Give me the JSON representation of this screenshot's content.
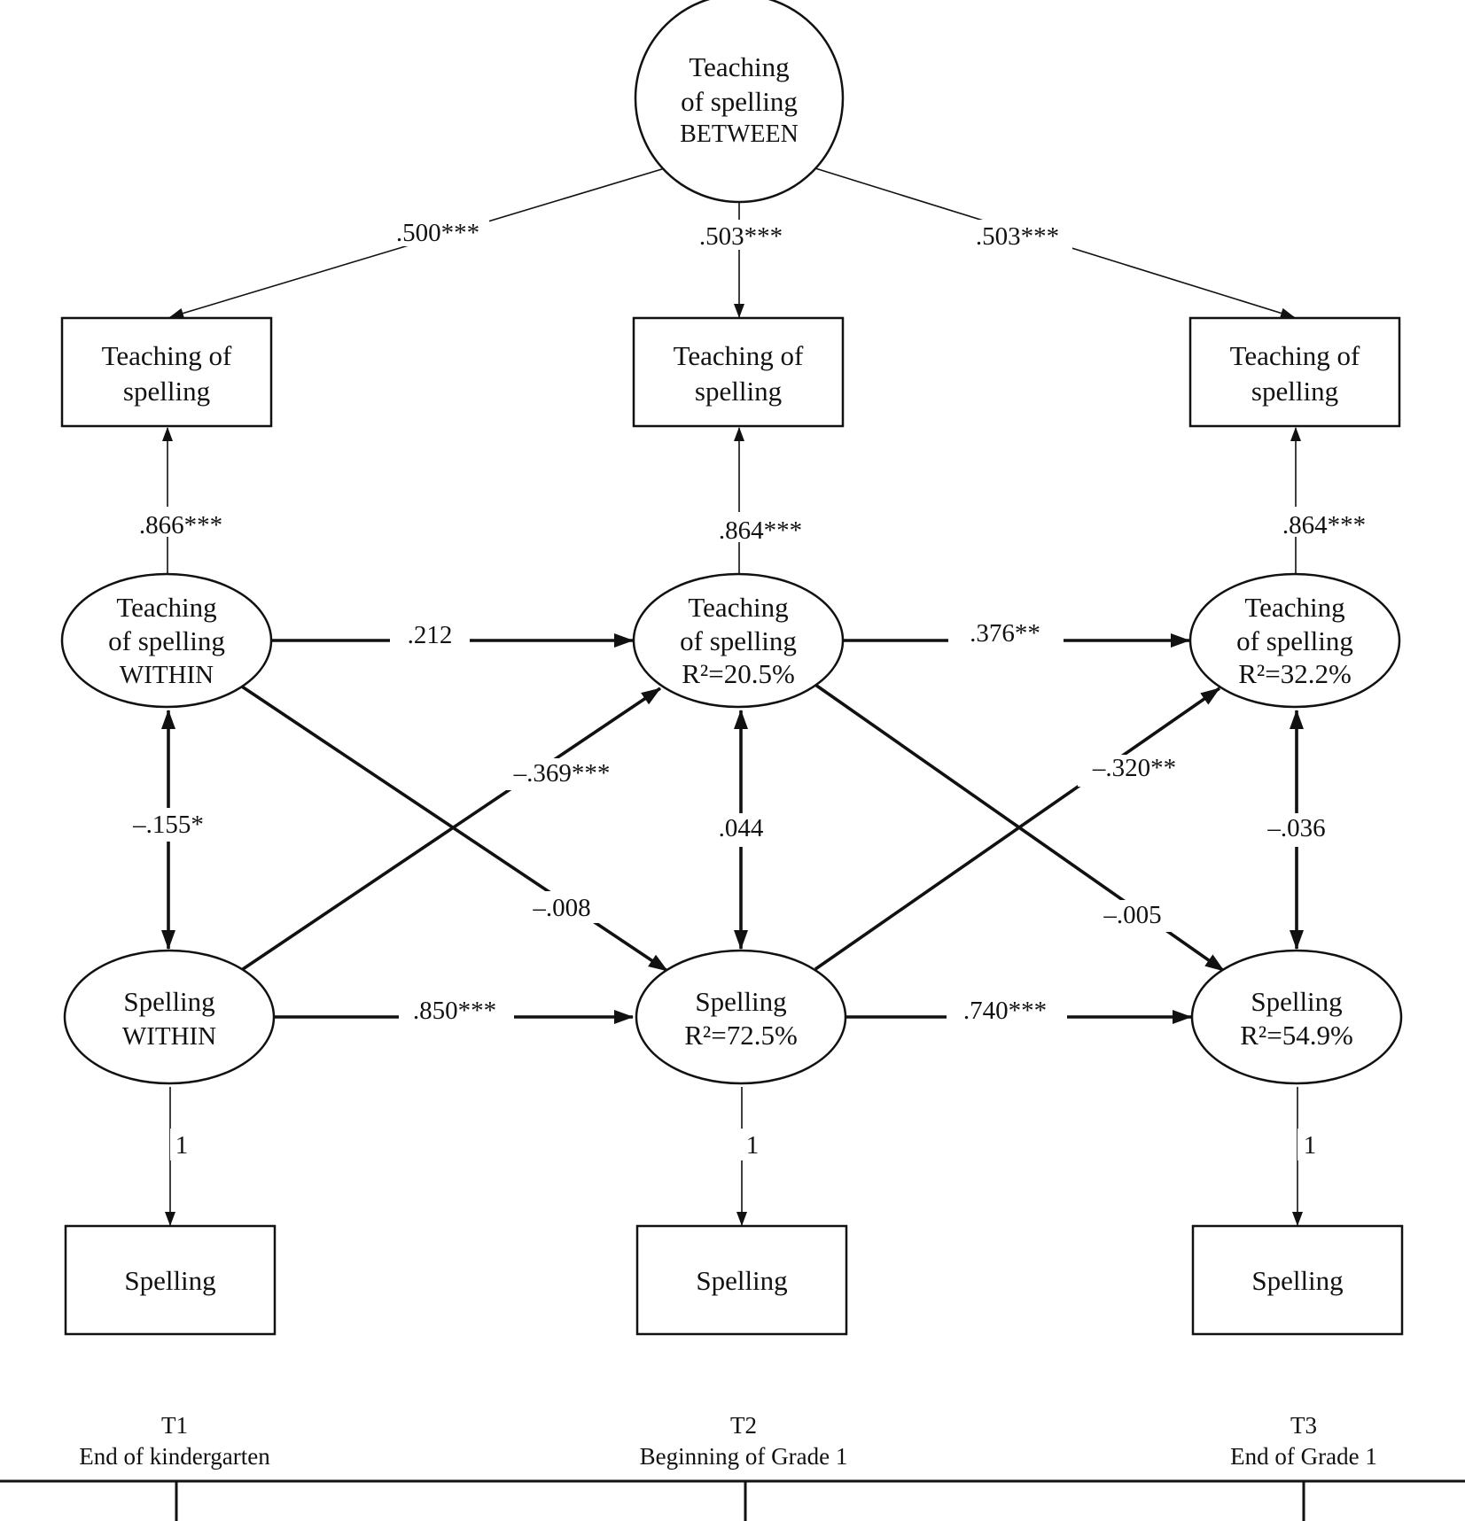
{
  "nodes": {
    "between": {
      "lines": [
        "Teaching",
        "of spelling",
        "BETWEEN"
      ]
    },
    "obs_teach_t1": {
      "lines": [
        "Teaching of",
        "spelling"
      ]
    },
    "obs_teach_t2": {
      "lines": [
        "Teaching of",
        "spelling"
      ]
    },
    "obs_teach_t3": {
      "lines": [
        "Teaching of",
        "spelling"
      ]
    },
    "teach_t1": {
      "lines": [
        "Teaching",
        "of spelling",
        "WITHIN"
      ]
    },
    "teach_t2": {
      "lines": [
        "Teaching",
        "of spelling",
        "R²=20.5%"
      ]
    },
    "teach_t3": {
      "lines": [
        "Teaching",
        "of spelling",
        "R²=32.2%"
      ]
    },
    "spell_t1": {
      "lines": [
        "Spelling",
        "WITHIN"
      ]
    },
    "spell_t2": {
      "lines": [
        "Spelling",
        "R²=72.5%"
      ]
    },
    "spell_t3": {
      "lines": [
        "Spelling",
        "R²=54.9%"
      ]
    },
    "obs_spell_t1": {
      "lines": [
        "Spelling"
      ]
    },
    "obs_spell_t2": {
      "lines": [
        "Spelling"
      ]
    },
    "obs_spell_t3": {
      "lines": [
        "Spelling"
      ]
    }
  },
  "edges": {
    "between_t1": ".500***",
    "between_t2": ".503***",
    "between_t3": ".503***",
    "load_teach_t1": ".866***",
    "load_teach_t2": ".864***",
    "load_teach_t3": ".864***",
    "teach_t1_t2": ".212",
    "teach_t2_t3": ".376**",
    "spell_t1_t2": ".850***",
    "spell_t2_t3": ".740***",
    "spell_t1_teach_t2": "–.369***",
    "teach_t1_spell_t2": "–.008",
    "spell_t2_teach_t3": "–.320**",
    "teach_t2_spell_t3": "–.005",
    "cov_t1": "–.155*",
    "cov_t2": ".044",
    "cov_t3": "–.036",
    "load_spell_t1": "1",
    "load_spell_t2": "1",
    "load_spell_t3": "1"
  },
  "timepoints": [
    {
      "code": "T1",
      "label": "End of kindergarten"
    },
    {
      "code": "T2",
      "label": "Beginning of Grade 1"
    },
    {
      "code": "T3",
      "label": "End of Grade 1"
    }
  ]
}
